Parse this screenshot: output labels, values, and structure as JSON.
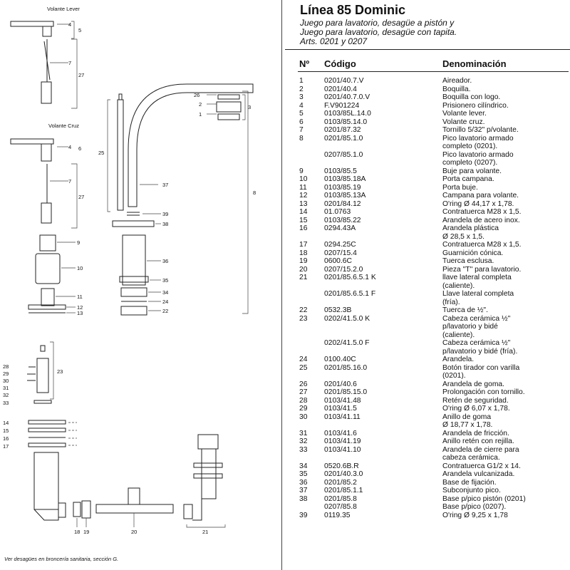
{
  "header": {
    "title": "Línea 85 Dominic",
    "subtitle_lines": [
      "Juego para lavatorio, desagüe a pistón y",
      "Juego para lavatorio, desagüe con tapita.",
      "Arts. 0201 y 0207"
    ]
  },
  "table": {
    "headers": {
      "num": "Nº",
      "code": "Código",
      "name": "Denominación"
    },
    "rows": [
      {
        "n": "1",
        "c": "0201/40.7.V",
        "d": "Aireador."
      },
      {
        "n": "2",
        "c": "0201/40.4",
        "d": "Boquilla."
      },
      {
        "n": "3",
        "c": "0201/40.7.0.V",
        "d": "Boquilla con logo."
      },
      {
        "n": "4",
        "c": "F.V901224",
        "d": "Prisionero cilíndrico."
      },
      {
        "n": "5",
        "c": "0103/85L.14.0",
        "d": "Volante lever."
      },
      {
        "n": "6",
        "c": "0103/85.14.0",
        "d": "Volante cruz."
      },
      {
        "n": "7",
        "c": "0201/87.32",
        "d": "Tornillo 5/32\" p/volante."
      },
      {
        "n": "8",
        "c": "0201/85.1.0",
        "d": "Pico lavatorio armado\ncompleto (0201)."
      },
      {
        "n": "",
        "c": "0207/85.1.0",
        "d": "Pico lavatorio armado\ncompleto (0207)."
      },
      {
        "n": "9",
        "c": "0103/85.5",
        "d": "Buje para volante."
      },
      {
        "n": "10",
        "c": "0103/85.18A",
        "d": "Porta campana."
      },
      {
        "n": "11",
        "c": "0103/85.19",
        "d": "Porta buje."
      },
      {
        "n": "12",
        "c": "0103/85.13A",
        "d": "Campana para volante."
      },
      {
        "n": "13",
        "c": "0201/84.12",
        "d": "O'ring Ø 44,17 x 1,78."
      },
      {
        "n": "14",
        "c": "01.0763",
        "d": "Contratuerca M28 x 1,5."
      },
      {
        "n": "15",
        "c": "0103/85.22",
        "d": "Arandela de acero inox."
      },
      {
        "n": "16",
        "c": "0294.43A",
        "d": "Arandela plástica\nØ 28,5 x 1,5."
      },
      {
        "n": "17",
        "c": "0294.25C",
        "d": "Contratuerca M28 x 1,5."
      },
      {
        "n": "18",
        "c": "0207/15.4",
        "d": "Guarnición cónica."
      },
      {
        "n": "19",
        "c": "0600.6C",
        "d": "Tuerca esclusa."
      },
      {
        "n": "20",
        "c": "0207/15.2.0",
        "d": "Pieza \"T\" para lavatorio."
      },
      {
        "n": "21",
        "c": "0201/85.6.5.1 K",
        "d": "llave lateral completa\n(caliente)."
      },
      {
        "n": "",
        "c": "0201/85.6.5.1 F",
        "d": "Llave lateral completa\n(fría)."
      },
      {
        "n": "22",
        "c": "0532.3B",
        "d": "Tuerca de ½\"."
      },
      {
        "n": "23",
        "c": "0202/41.5.0 K",
        "d": "Cabeza cerámica ½\"\np/lavatorio y bidé\n(caliente)."
      },
      {
        "n": "",
        "c": "0202/41.5.0 F",
        "d": "Cabeza cerámica ½\"\np/lavatorio y bidé (fría)."
      },
      {
        "n": "24",
        "c": "0100.40C",
        "d": "Arandela."
      },
      {
        "n": "25",
        "c": "0201/85.16.0",
        "d": "Botón tirador con varilla\n(0201)."
      },
      {
        "n": "26",
        "c": "0201/40.6",
        "d": "Arandela de goma."
      },
      {
        "n": "27",
        "c": "0201/85.15.0",
        "d": "Prolongación con tornillo."
      },
      {
        "n": "28",
        "c": "0103/41.48",
        "d": "Retén de seguridad."
      },
      {
        "n": "29",
        "c": "0103/41.5",
        "d": "O'ring Ø 6,07 x 1,78."
      },
      {
        "n": "30",
        "c": "0103/41.11",
        "d": "Anillo de goma\nØ 18,77 x 1,78."
      },
      {
        "n": "31",
        "c": "0103/41.6",
        "d": "Arandela de fricción."
      },
      {
        "n": "32",
        "c": "0103/41.19",
        "d": "Anillo retén con rejilla."
      },
      {
        "n": "33",
        "c": "0103/41.10",
        "d": "Arandela de cierre para\ncabeza cerámica."
      },
      {
        "n": "34",
        "c": "0520.6B.R",
        "d": "Contratuerca G1/2 x 14."
      },
      {
        "n": "35",
        "c": "0201/40.3.0",
        "d": "Arandela vulcanizada."
      },
      {
        "n": "36",
        "c": "0201/85.2",
        "d": "Base de fijación."
      },
      {
        "n": "37",
        "c": "0201/85.1.1",
        "d": "Subconjunto pico."
      },
      {
        "n": "38",
        "c": "0201/85.8",
        "d": "Base p/pico pistón (0201)"
      },
      {
        "n": "",
        "c": "0207/85.8",
        "d": "Base p/pico (0207)."
      },
      {
        "n": "39",
        "c": "0119.35",
        "d": "O'ring Ø 9,25 x 1,78"
      }
    ]
  },
  "diagram": {
    "section_labels": {
      "lever": "Volante Lever",
      "cruz": "Volante Cruz"
    },
    "caption": "Ver desagües en broncería sanitaria, sección G.",
    "callouts": [
      "1",
      "2",
      "3",
      "4",
      "5",
      "6",
      "7",
      "8",
      "9",
      "10",
      "11",
      "12",
      "13",
      "14",
      "15",
      "16",
      "17",
      "18",
      "19",
      "20",
      "21",
      "22",
      "23",
      "24",
      "25",
      "26",
      "27",
      "28",
      "29",
      "30",
      "31",
      "32",
      "33",
      "34",
      "35",
      "36",
      "37",
      "38",
      "39"
    ]
  }
}
